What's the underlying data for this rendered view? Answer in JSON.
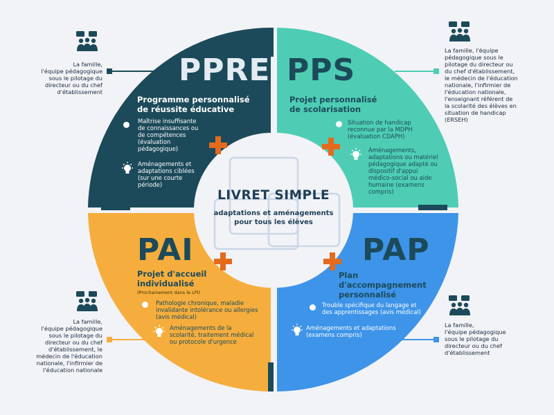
{
  "center": {
    "title": "LIVRET SIMPLE",
    "subtitle": "adaptations et aménagements\npour tous les élèves"
  },
  "quadrants": {
    "ppre": {
      "abbr": "PPRE",
      "title": "Programme personnalisé\nde réussite éducative",
      "item1": "Maîtrise insuffisante\nde connaissances ou\nde compétences\n(évaluation\npédagogique)",
      "item2": "Aménagements et\nadaptations ciblées\n(sur une courte\npériode)",
      "side": "La famille,\nl'équipe pédagogique\nsous le pilotage du\ndirecteur ou du chef\nd'établissement",
      "color": "#1c4a5a"
    },
    "pps": {
      "abbr": "PPS",
      "title": "Projet personnalisé\nde scolarisation",
      "item1": "Situation de handicap\nreconnue par la MDPH\n(évaluation CDAPH)",
      "item2": "Aménagements,\nadaptations ou matériel\npédagogique adapté ou\ndispositif d'appui\nmédico-social ou aide\nhumaine (examens\ncompris)",
      "side": "La famille, l'équipe\npédagogique sous le\npilotage du directeur ou\ndu chef d'établissement,\nle médecin de l'éducation\nnationale, l'infirmier de\nl'éducation nationale,\nl'enseignant référent de\nla scolarité des élèves en\nsituation de handicap\n(ERSEH)",
      "color": "#4ecdb4"
    },
    "pai": {
      "abbr": "PAI",
      "title": "Projet d'accueil\nindividualisé",
      "note": "(Prochainement dans le LPI)",
      "item1": "Pathologie chronique, maladie\ninvalidante intolérance ou allergies\n(avis médical)",
      "item2": "Aménagements de la\nscolarité, traitement médical\nou protocole d'urgence",
      "side": "La famille,\nl'équipe pédagogique\nsous le pilotage du\ndirecteur ou du chef\nd'établissement, le\nmédecin de l'éducation\nnationale, l'infirmier de\nl'éducation nationale",
      "color": "#f5ae3d"
    },
    "pap": {
      "abbr": "PAP",
      "title": "Plan\nd'accompagnement\npersonnalisé",
      "item1": "Trouble spécifique du langage et\ndes apprentissages (avis médical)",
      "item2": "Aménagements et adaptations\n(examens compris)",
      "side": "La famille,\nl'équipe pédagogique\nsous le pilotage du\ndirecteur ou du chef\nd'établissement",
      "color": "#3d94e8"
    }
  },
  "colors": {
    "background": "#f2f3f7",
    "plus": "#e46a1c",
    "text_dark": "#1b2a3a",
    "center_text": "#1f3f57"
  },
  "icons": {
    "group": "people-group-icon",
    "bullet": "circle-bullet-icon",
    "idea": "lightbulb-icon",
    "plus": "plus-icon"
  }
}
